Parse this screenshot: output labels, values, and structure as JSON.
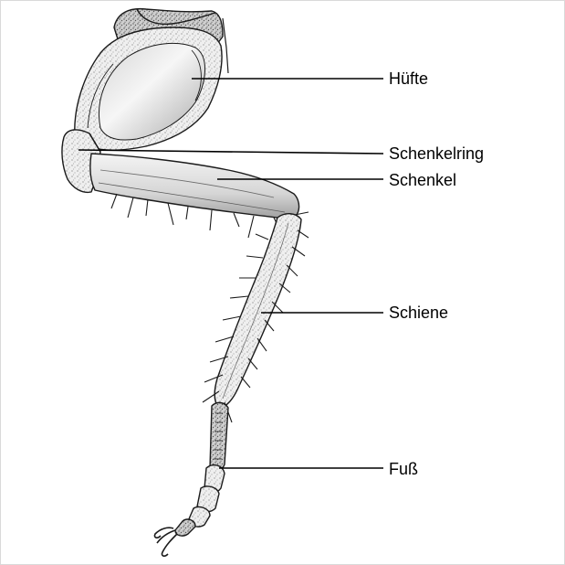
{
  "diagram": {
    "labels": {
      "huefte": "Hüfte",
      "schenkelring": "Schenkelring",
      "schenkel": "Schenkel",
      "schiene": "Schiene",
      "fuss": "Fuß"
    }
  },
  "colors": {
    "background": "#ffffff",
    "frame": "#d9d9d9",
    "ink": "#000000",
    "stipple_light": "#e9e9e9",
    "stipple_mid": "#c9c9c9",
    "stipple_dark": "#8a8a8a"
  }
}
